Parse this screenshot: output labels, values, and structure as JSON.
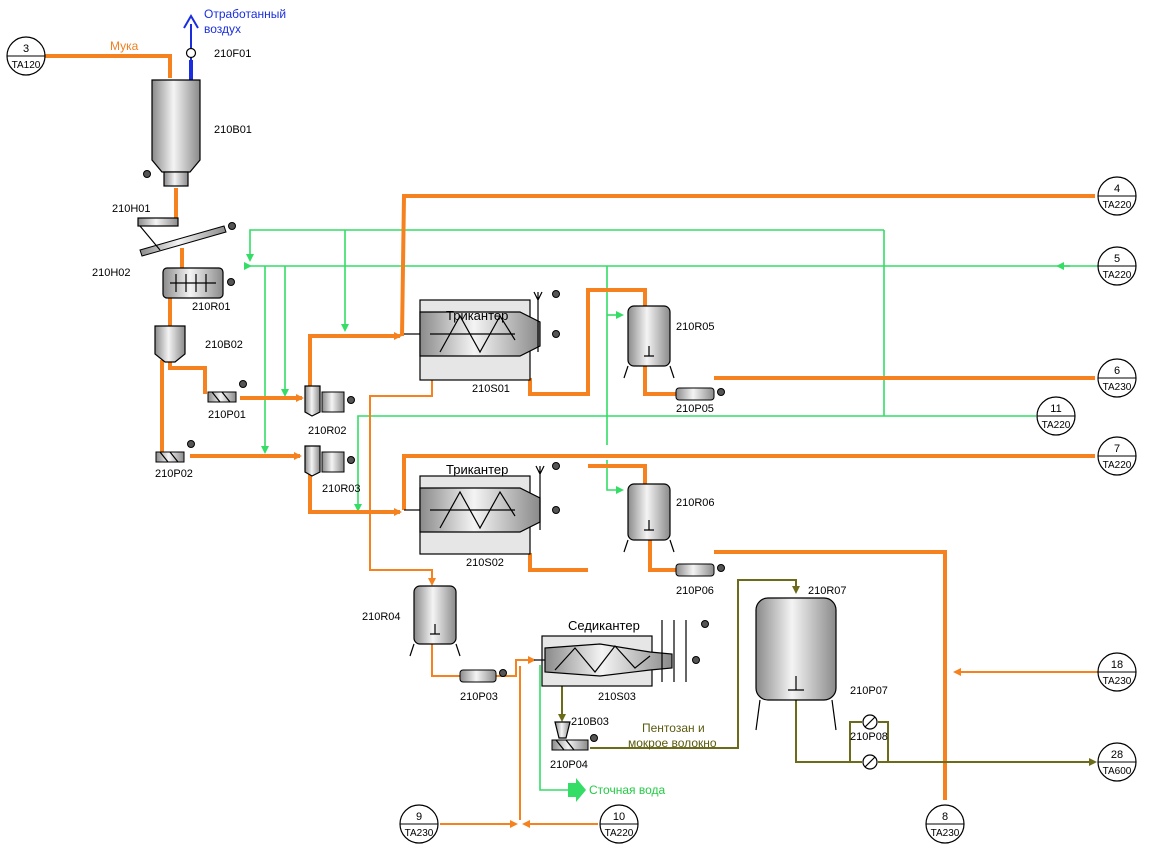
{
  "streams": {
    "flour": "Мука",
    "exhaust_air_1": "Отработанный",
    "exhaust_air_2": "воздух",
    "pentosan_1": "Пентозан и",
    "pentosan_2": "мокрое волокно",
    "wastewater": "Сточная вода"
  },
  "equipment": {
    "F01": "210F01",
    "B01": "210B01",
    "H01": "210H01",
    "H02": "210H02",
    "R01": "210R01",
    "B02": "210B02",
    "P01": "210P01",
    "P02": "210P02",
    "R02": "210R02",
    "R03": "210R03",
    "S01": "210S01",
    "S02": "210S02",
    "S03": "210S03",
    "R05": "210R05",
    "P05": "210P05",
    "R06": "210R06",
    "P06": "210P06",
    "R04": "210R04",
    "P03": "210P03",
    "B03": "210B03",
    "P04": "210P04",
    "R07": "210R07",
    "P07": "210P07",
    "P08": "210P08",
    "tricanter_1": "Трикантер",
    "tricanter_2": "Трикантер",
    "sedicanter": "Седикантер"
  },
  "refs": [
    {
      "n": "3",
      "s": "TA120"
    },
    {
      "n": "4",
      "s": "TA220"
    },
    {
      "n": "5",
      "s": "TA220"
    },
    {
      "n": "6",
      "s": "TA230"
    },
    {
      "n": "11",
      "s": "TA220"
    },
    {
      "n": "7",
      "s": "TA220"
    },
    {
      "n": "18",
      "s": "TA230"
    },
    {
      "n": "28",
      "s": "TA600"
    },
    {
      "n": "9",
      "s": "TA230"
    },
    {
      "n": "10",
      "s": "TA220"
    },
    {
      "n": "8",
      "s": "TA230"
    }
  ],
  "colors": {
    "process": "#f5821f",
    "water": "#33dd66",
    "air": "#1a2ee0",
    "byproduct": "#6b6b1a"
  }
}
